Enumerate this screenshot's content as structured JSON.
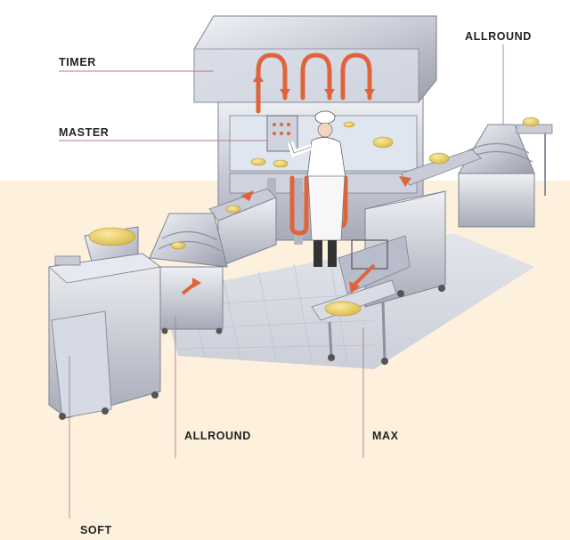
{
  "labels": {
    "timer": "TIMER",
    "master": "MASTER",
    "allround_top": "ALLROUND",
    "allround_bottom": "ALLROUND",
    "max": "MAX",
    "soft": "SOFT"
  },
  "colors": {
    "background_band": "#fdf1de",
    "steel": "#c9ccd6",
    "steel_dark": "#8d91a0",
    "steel_light": "#eceef3",
    "arrow": "#e0643a",
    "dough": "#f0d774",
    "leader_line": "#b07a92"
  }
}
